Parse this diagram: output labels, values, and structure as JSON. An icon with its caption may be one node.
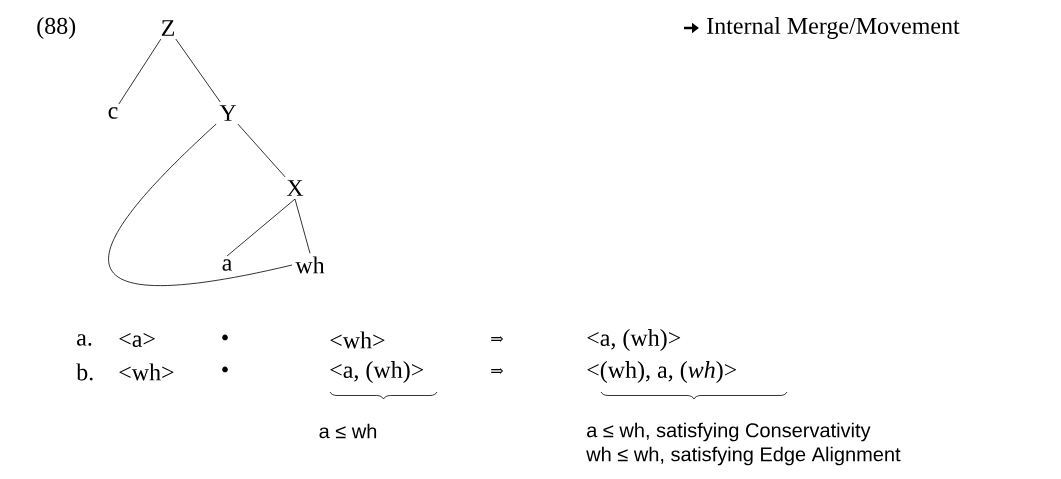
{
  "diagram": {
    "nodes": [
      {
        "text": [
          "Z"
        ]
      },
      {
        "text": [
          "c"
        ]
      },
      {
        "text": [
          "Y"
        ]
      },
      {
        "text": [
          "X"
        ]
      },
      {
        "text": [
          "a"
        ]
      },
      {
        "text": [
          "wh"
        ]
      }
    ],
    "edges": [
      {
        "from": 0,
        "to": 1,
        "arrow": "none"
      },
      {
        "from": 0,
        "to": 2,
        "arrow": "none"
      },
      {
        "from": 2,
        "to": 3,
        "arrow": "none"
      },
      {
        "from": 3,
        "to": 4,
        "arrow": "none"
      },
      {
        "from": 3,
        "to": 5,
        "arrow": "none"
      },
      {
        "from": 2,
        "to": 5,
        "arrow": "none"
      }
    ],
    "labels": [
      "(88)",
      "Internal Merge/Movement",
      "a.",
      "<a>",
      "•",
      "<wh>",
      "⇒",
      "<a, (wh)>",
      "b.",
      "<wh>",
      "•",
      "<a, (wh)>",
      "⇒",
      "<(wh), a, (*wh*)>",
      "a ≤ wh",
      "a ≤ wh, satisfying Conservativity",
      "wh ≤ wh, satisfying Edge Alignment"
    ]
  }
}
